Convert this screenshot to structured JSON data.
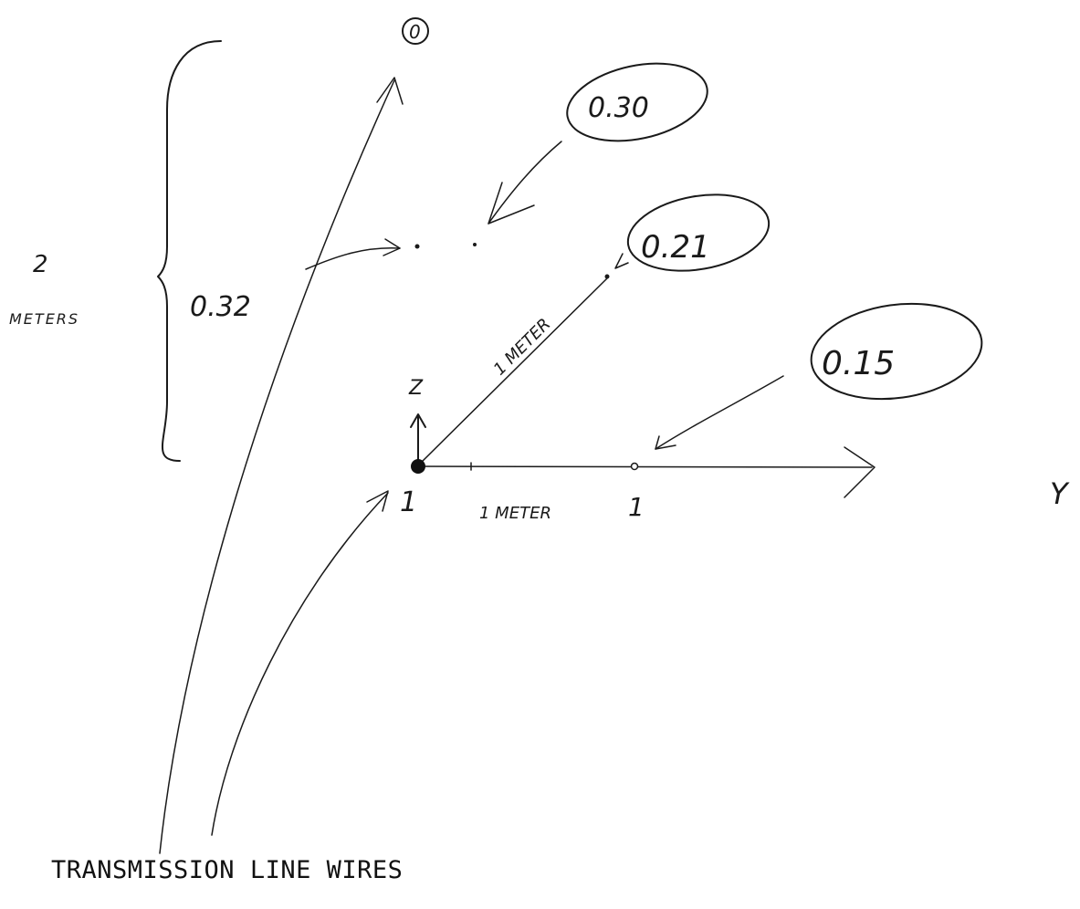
{
  "diagram": {
    "caption": "TRANSMISSION LINE WIRES",
    "axis_labels": {
      "z": "Z",
      "y": "Y"
    },
    "dimension": {
      "value": "2",
      "unit": "METERS"
    },
    "distance_labels": {
      "horizontal": "1 METER",
      "diagonal": "1 METER"
    },
    "origin_label": "1",
    "point_labels": {
      "y_axis_point": "1",
      "top_point": "0"
    },
    "readings": {
      "top": "0.30",
      "upper_right": "0.21",
      "left": "0.32",
      "lower_right": "0.15"
    }
  }
}
